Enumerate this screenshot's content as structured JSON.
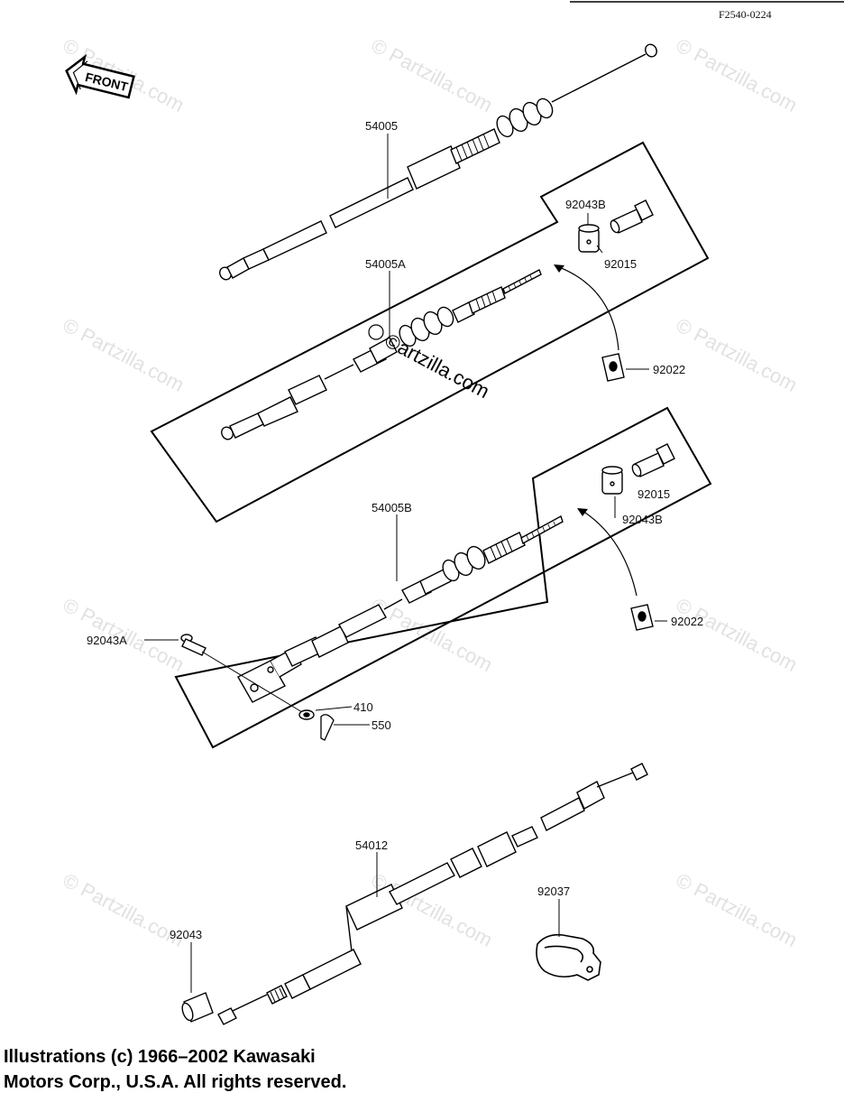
{
  "diagram_code": "F2540-0224",
  "front_label": "FRONT",
  "watermark": "© Partzilla.com",
  "center_watermark": "©artzilla.com",
  "copyright": {
    "line1": "Illustrations (c) 1966–2002 Kawasaki",
    "line2": "Motors Corp., U.S.A.  All rights reserved."
  },
  "parts": {
    "p54005": "54005",
    "p54005A": "54005A",
    "p54005B": "54005B",
    "p54012": "54012",
    "p92043B_top": "92043B",
    "p92015_top": "92015",
    "p92022_top": "92022",
    "p92015_mid": "92015",
    "p92043B_mid": "92043B",
    "p92022_mid": "92022",
    "p92043A": "92043A",
    "p410": "410",
    "p550": "550",
    "p92037": "92037",
    "p92043": "92043"
  }
}
